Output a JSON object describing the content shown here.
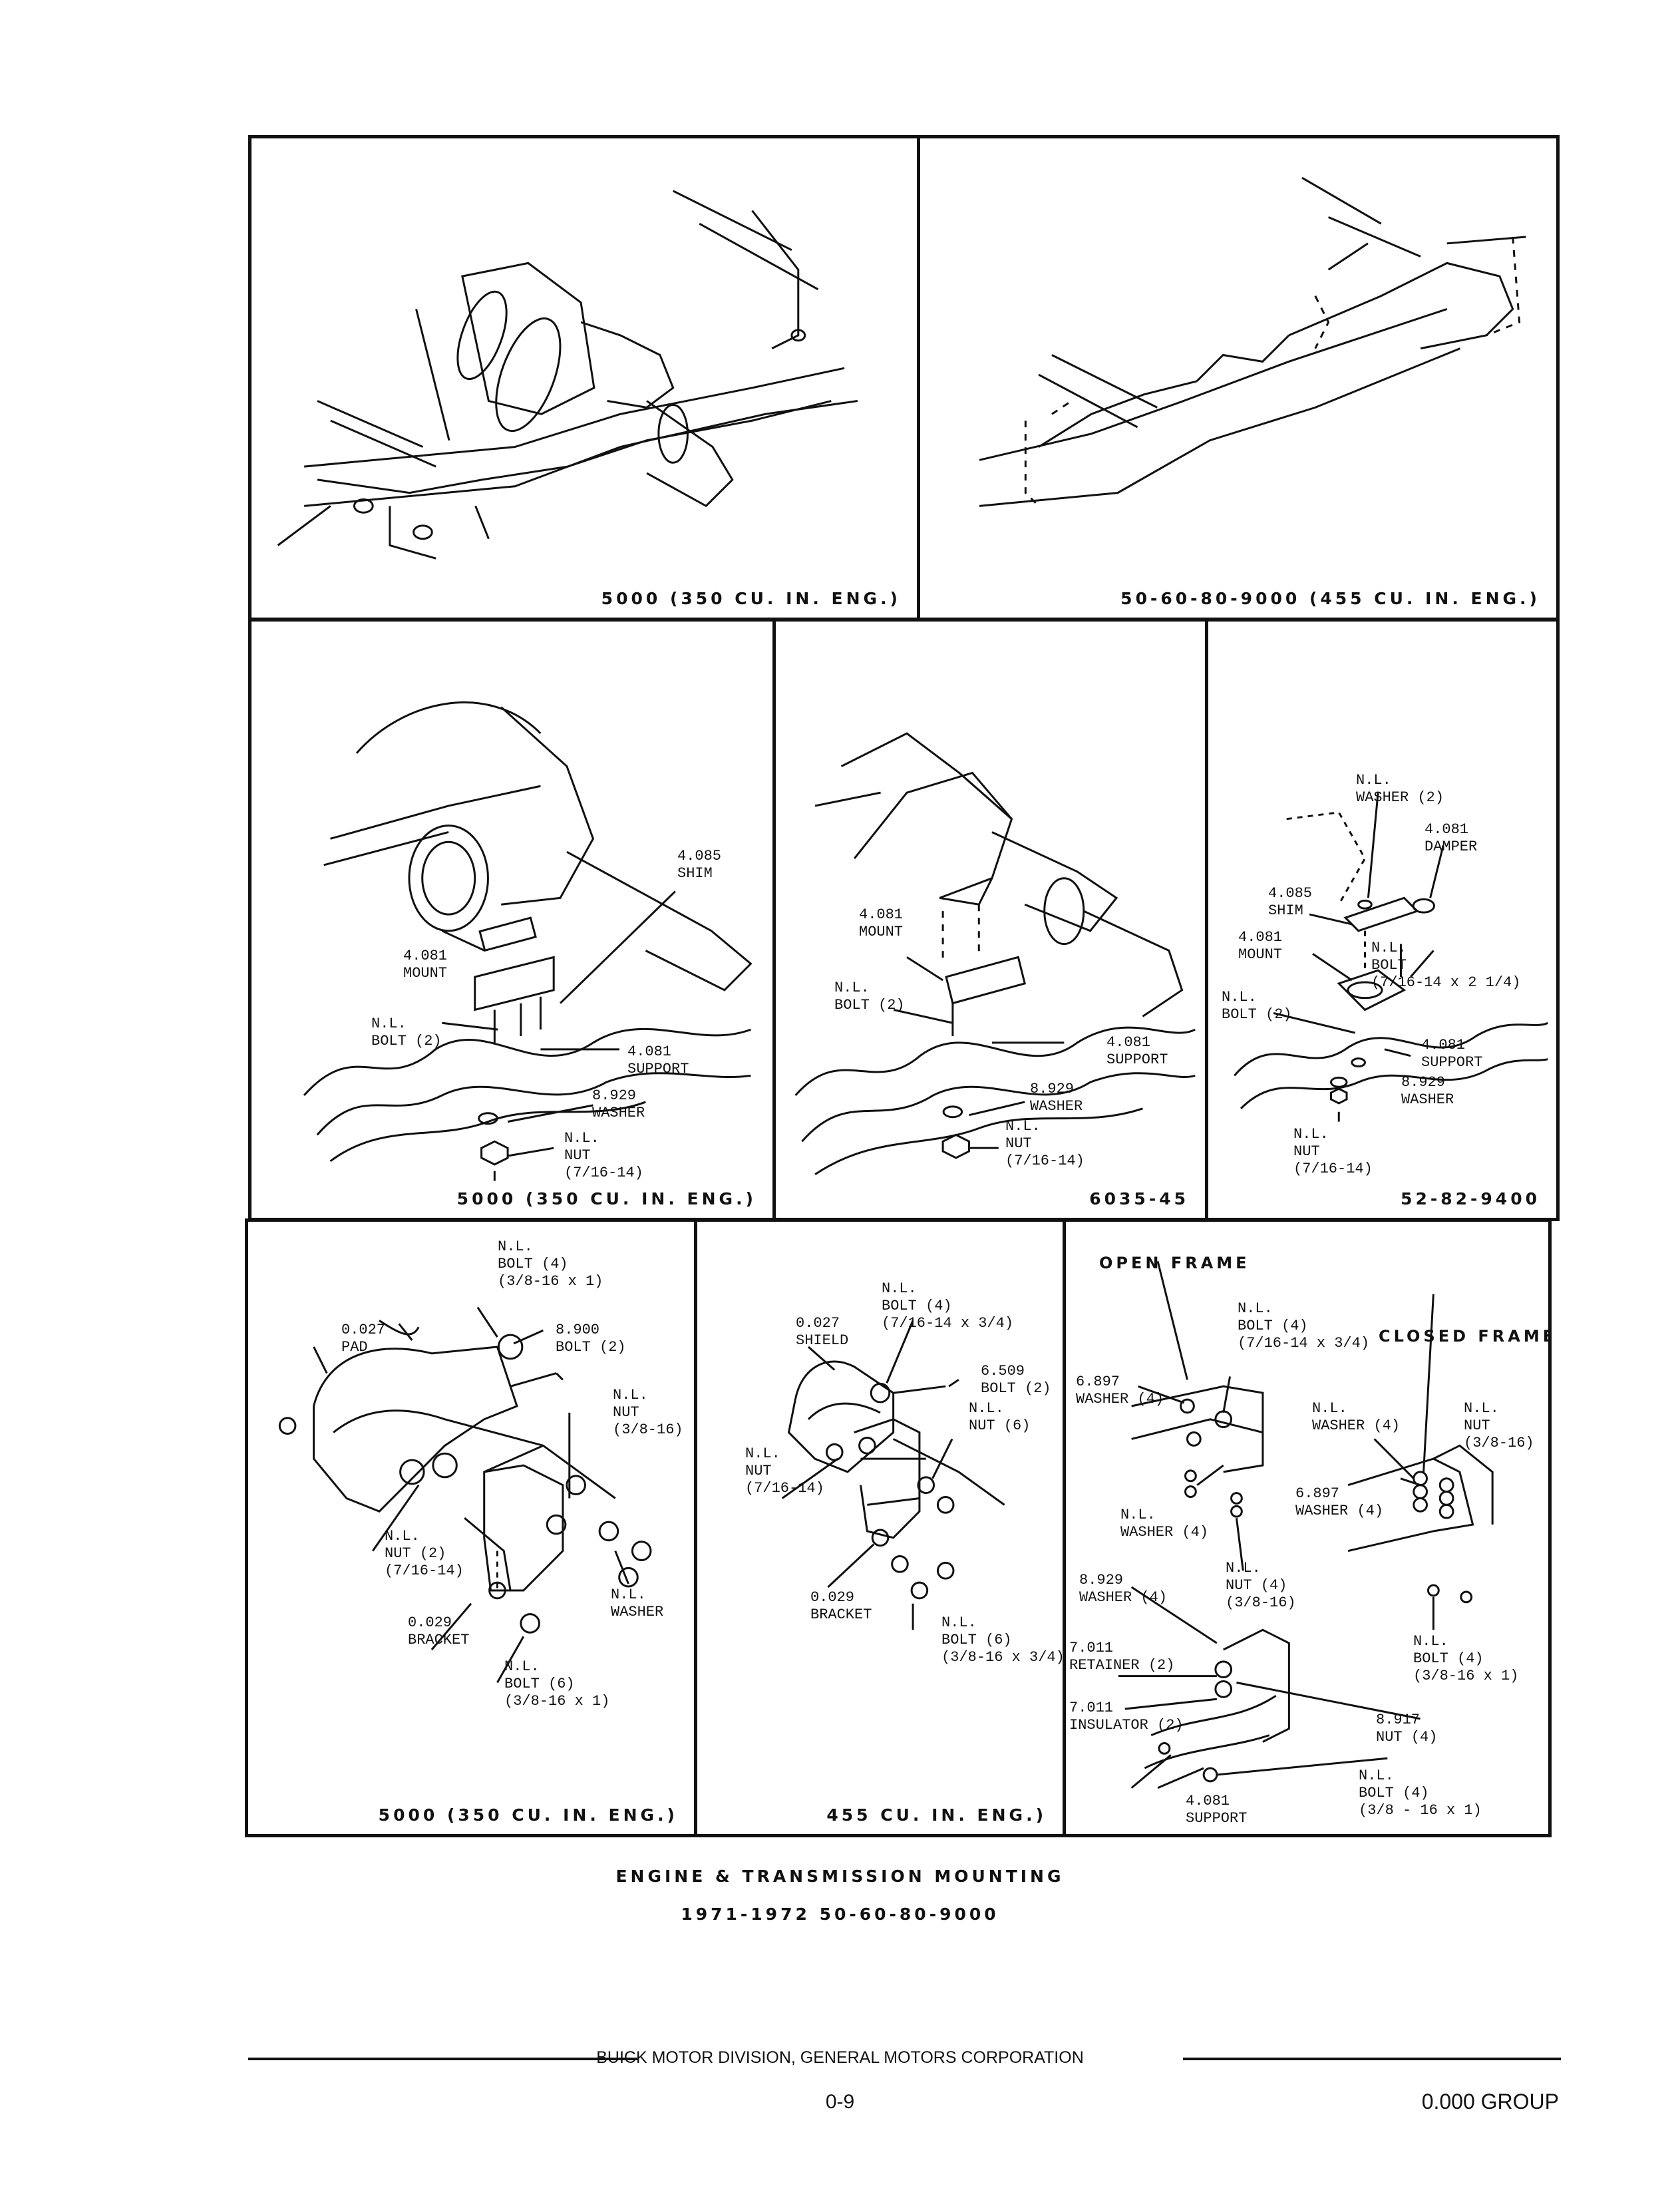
{
  "panels": {
    "top_left": {
      "caption": "5000 (350 CU. IN. ENG.)"
    },
    "top_right": {
      "caption": "50-60-80-9000 (455 CU. IN. ENG.)"
    },
    "mid_left": {
      "caption": "5000 (350 CU. IN. ENG.)",
      "labels": [
        {
          "id": "shim",
          "lines": [
            "4.085",
            "SHIM"
          ]
        },
        {
          "id": "mount",
          "lines": [
            "4.081",
            "MOUNT"
          ]
        },
        {
          "id": "bolt",
          "lines": [
            "N.L.",
            "BOLT (2)"
          ]
        },
        {
          "id": "support",
          "lines": [
            "4.081",
            "SUPPORT"
          ]
        },
        {
          "id": "washer",
          "lines": [
            "8.929",
            "WASHER"
          ]
        },
        {
          "id": "nut",
          "lines": [
            "N.L.",
            "NUT",
            "(7/16-14)"
          ]
        }
      ]
    },
    "mid_center": {
      "caption": "6035-45",
      "labels": [
        {
          "id": "mount",
          "lines": [
            "4.081",
            "MOUNT"
          ]
        },
        {
          "id": "bolt",
          "lines": [
            "N.L.",
            "BOLT (2)"
          ]
        },
        {
          "id": "support",
          "lines": [
            "4.081",
            "SUPPORT"
          ]
        },
        {
          "id": "washer",
          "lines": [
            "8.929",
            "WASHER"
          ]
        },
        {
          "id": "nut",
          "lines": [
            "N.L.",
            "NUT",
            "(7/16-14)"
          ]
        }
      ]
    },
    "mid_right": {
      "caption": "52-82-9400",
      "labels": [
        {
          "id": "washer_top",
          "lines": [
            "N.L.",
            "WASHER (2)"
          ]
        },
        {
          "id": "damper",
          "lines": [
            "4.081",
            "DAMPER"
          ]
        },
        {
          "id": "shim",
          "lines": [
            "4.085",
            "SHIM"
          ]
        },
        {
          "id": "mount",
          "lines": [
            "4.081",
            "MOUNT"
          ]
        },
        {
          "id": "bolt_right",
          "lines": [
            "N.L.",
            "BOLT",
            "(7/16-14 x 2 1/4)"
          ]
        },
        {
          "id": "bolt_left",
          "lines": [
            "N.L.",
            "BOLT (2)"
          ]
        },
        {
          "id": "support",
          "lines": [
            "4.081",
            "SUPPORT"
          ]
        },
        {
          "id": "washer",
          "lines": [
            "8.929",
            "WASHER"
          ]
        },
        {
          "id": "nut",
          "lines": [
            "N.L.",
            "NUT",
            "(7/16-14)"
          ]
        }
      ]
    },
    "bot_left": {
      "caption": "5000 (350 CU. IN. ENG.)",
      "labels": [
        {
          "id": "bolt_top",
          "lines": [
            "N.L.",
            "BOLT (4)",
            "(3/8-16 x 1)"
          ]
        },
        {
          "id": "pad",
          "lines": [
            "0.027",
            "PAD"
          ]
        },
        {
          "id": "bolt_900",
          "lines": [
            "8.900",
            "BOLT (2)"
          ]
        },
        {
          "id": "nut_right",
          "lines": [
            "N.L.",
            "NUT",
            "(3/8-16)"
          ]
        },
        {
          "id": "nut_left",
          "lines": [
            "N.L.",
            "NUT (2)",
            "(7/16-14)"
          ]
        },
        {
          "id": "bracket",
          "lines": [
            "0.029",
            "BRACKET"
          ]
        },
        {
          "id": "washer",
          "lines": [
            "N.L.",
            "WASHER"
          ]
        },
        {
          "id": "bolt_bottom",
          "lines": [
            "N.L.",
            "BOLT (6)",
            "(3/8-16 x 1)"
          ]
        }
      ]
    },
    "bot_center": {
      "caption": "455 CU. IN. ENG.)",
      "labels": [
        {
          "id": "bolt_top",
          "lines": [
            "N.L.",
            "BOLT (4)",
            "(7/16-14 x 3/4)"
          ]
        },
        {
          "id": "shield",
          "lines": [
            "0.027",
            "SHIELD"
          ]
        },
        {
          "id": "bolt_509",
          "lines": [
            "6.509",
            "BOLT (2)"
          ]
        },
        {
          "id": "nut_right",
          "lines": [
            "N.L.",
            "NUT (6)"
          ]
        },
        {
          "id": "nut_left",
          "lines": [
            "N.L.",
            "NUT",
            "(7/16-14)"
          ]
        },
        {
          "id": "bracket",
          "lines": [
            "0.029",
            "BRACKET"
          ]
        },
        {
          "id": "bolt_bottom",
          "lines": [
            "N.L.",
            "BOLT (6)",
            "(3/8-16 x 3/4)"
          ]
        }
      ]
    },
    "bot_right": {
      "heading_open": "OPEN FRAME",
      "heading_closed": "CLOSED FRAME",
      "labels": [
        {
          "id": "bolt_top",
          "lines": [
            "N.L.",
            "BOLT (4)",
            "(7/16-14 x 3/4)"
          ]
        },
        {
          "id": "washer_897_a",
          "lines": [
            "6.897",
            "WASHER (4)"
          ]
        },
        {
          "id": "washer_nl_right",
          "lines": [
            "N.L.",
            "WASHER (4)"
          ]
        },
        {
          "id": "nut_right",
          "lines": [
            "N.L.",
            "NUT",
            "(3/8-16)"
          ]
        },
        {
          "id": "washer_897_b",
          "lines": [
            "6.897",
            "WASHER (4)"
          ]
        },
        {
          "id": "washer_nl_left",
          "lines": [
            "N.L.",
            "WASHER (4)"
          ]
        },
        {
          "id": "nut_center",
          "lines": [
            "N.L.",
            "NUT (4)",
            "(3/8-16)"
          ]
        },
        {
          "id": "washer_929",
          "lines": [
            "8.929",
            "WASHER (4)"
          ]
        },
        {
          "id": "bolt_right",
          "lines": [
            "N.L.",
            "BOLT (4)",
            "(3/8-16 x 1)"
          ]
        },
        {
          "id": "retainer",
          "lines": [
            "7.011",
            "RETAINER (2)"
          ]
        },
        {
          "id": "insulator",
          "lines": [
            "7.011",
            "INSULATOR (2)"
          ]
        },
        {
          "id": "nut_917",
          "lines": [
            "8.917",
            "NUT (4)"
          ]
        },
        {
          "id": "bolt_bottom",
          "lines": [
            "N.L.",
            "BOLT (4)",
            "(3/8 - 16 x 1)"
          ]
        },
        {
          "id": "support",
          "lines": [
            "4.081",
            "SUPPORT"
          ]
        }
      ]
    }
  },
  "title": "ENGINE & TRANSMISSION MOUNTING",
  "subtitle": "1971-1972 50-60-80-9000",
  "footer": {
    "company": "BUICK MOTOR DIVISION, GENERAL MOTORS CORPORATION",
    "page": "0-9",
    "group": "0.000 GROUP"
  }
}
